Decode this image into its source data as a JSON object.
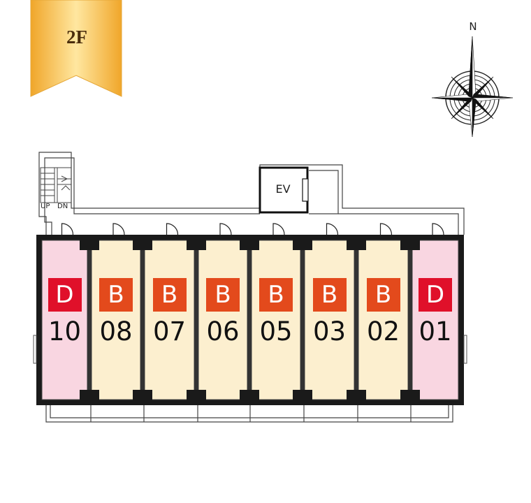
{
  "floor": {
    "label": "2F"
  },
  "compass": {
    "north_label": "N"
  },
  "core": {
    "elevator_label": "EV",
    "stair_up_label": "UP",
    "stair_down_label": "DN"
  },
  "units": [
    {
      "type": "D",
      "number": "10",
      "color": "#f9d6e1"
    },
    {
      "type": "B",
      "number": "08",
      "color": "#fcefcf"
    },
    {
      "type": "B",
      "number": "07",
      "color": "#fcefcf"
    },
    {
      "type": "B",
      "number": "06",
      "color": "#fcefcf"
    },
    {
      "type": "B",
      "number": "05",
      "color": "#fcefcf"
    },
    {
      "type": "B",
      "number": "03",
      "color": "#fcefcf"
    },
    {
      "type": "B",
      "number": "02",
      "color": "#fcefcf"
    },
    {
      "type": "D",
      "number": "01",
      "color": "#f9d6e1"
    }
  ],
  "colors": {
    "badge_b": "#e34a1c",
    "badge_d": "#e0102a",
    "ribbon": "#f5b83a"
  }
}
